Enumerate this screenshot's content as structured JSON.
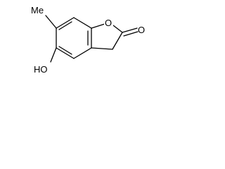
{
  "molecule": {
    "labels": {
      "methyl": "Me",
      "ring_oxygen": "O",
      "carbonyl_oxygen": "O",
      "hydroxyl": "HO"
    }
  }
}
